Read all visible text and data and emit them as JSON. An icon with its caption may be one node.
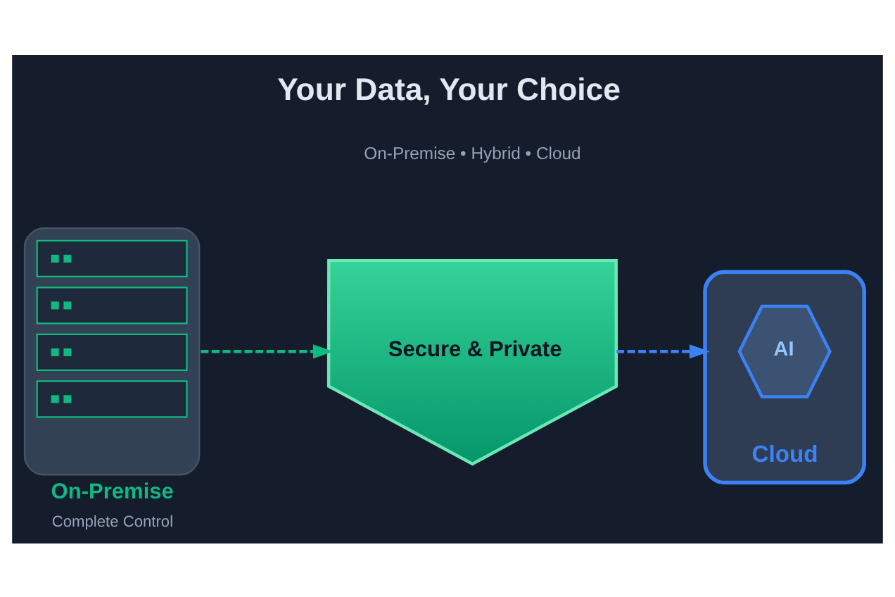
{
  "diagram": {
    "title": "Your Data, Your Choice",
    "nodes": [
      {
        "text": [
          "On-Premise"
        ],
        "beside": [
          "Complete Control"
        ]
      },
      {
        "text": [
          "Secure & Private"
        ]
      },
      {
        "text": [
          "Cloud"
        ]
      },
      {
        "text": [
          "AI"
        ],
        "in": 2
      }
    ],
    "edges": [
      {
        "from": 0,
        "to": 1,
        "arrow": "to",
        "style": "dashed",
        "color": "#10b981"
      },
      {
        "from": 1,
        "to": 2,
        "arrow": "to",
        "style": "dashed",
        "color": "#3b82f6"
      }
    ],
    "labels": [
      "On-Premise • Hybrid • Cloud"
    ]
  }
}
